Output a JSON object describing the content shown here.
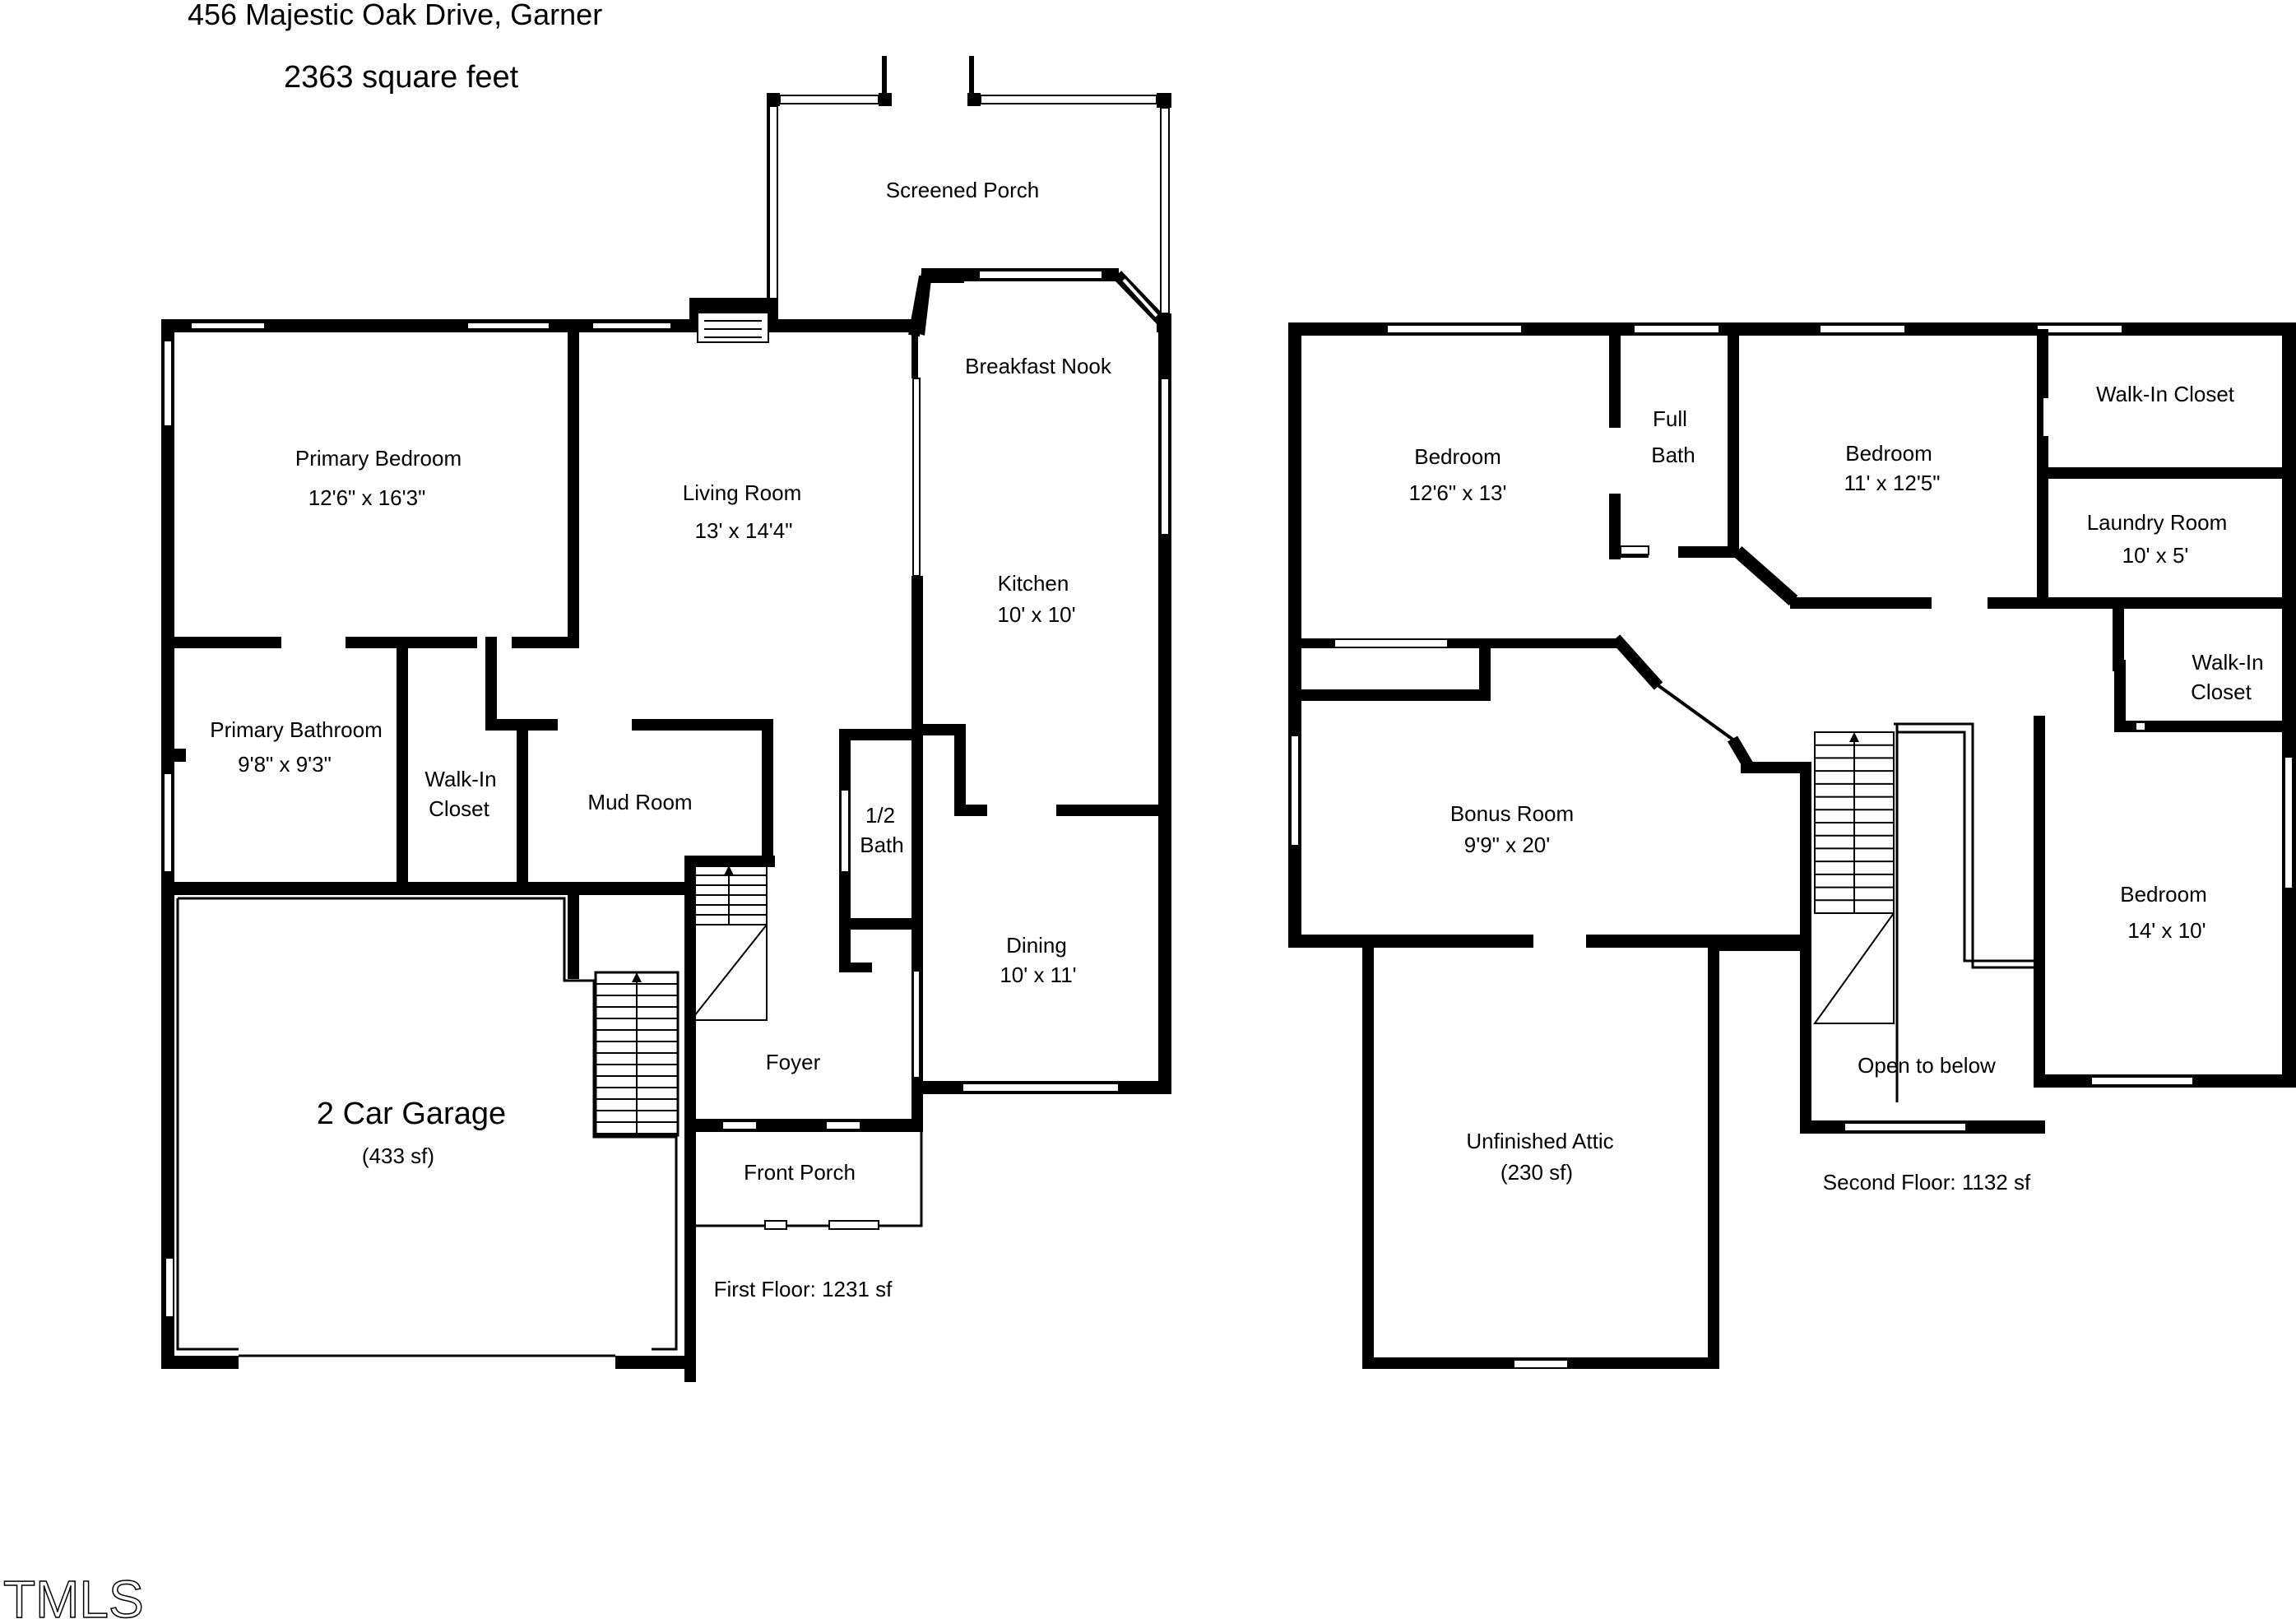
{
  "header": {
    "address": "456 Majestic Oak Drive, Garner",
    "square_feet": "2363 square feet"
  },
  "first_floor": {
    "summary": "First Floor: 1231 sf",
    "rooms": {
      "screened_porch": {
        "name": "Screened Porch"
      },
      "breakfast_nook": {
        "name": "Breakfast Nook"
      },
      "primary_bedroom": {
        "name": "Primary Bedroom",
        "dims": "12'6\" x 16'3\""
      },
      "living_room": {
        "name": "Living Room",
        "dims": "13' x 14'4\""
      },
      "kitchen": {
        "name": "Kitchen",
        "dims": "10' x 10'"
      },
      "primary_bathroom": {
        "name": "Primary Bathroom",
        "dims": "9'8\" x 9'3\""
      },
      "walk_in_closet": {
        "name_line1": "Walk-In",
        "name_line2": "Closet"
      },
      "mud_room": {
        "name": "Mud Room"
      },
      "half_bath": {
        "name_line1": "1/2",
        "name_line2": "Bath"
      },
      "dining": {
        "name": "Dining",
        "dims": "10' x 11'"
      },
      "foyer": {
        "name": "Foyer"
      },
      "garage": {
        "name": "2 Car Garage",
        "area": "(433 sf)"
      },
      "front_porch": {
        "name": "Front Porch"
      }
    }
  },
  "second_floor": {
    "summary": "Second Floor: 1132 sf",
    "rooms": {
      "bedroom_1": {
        "name": "Bedroom",
        "dims": "12'6\" x 13'"
      },
      "full_bath": {
        "name_line1": "Full",
        "name_line2": "Bath"
      },
      "bedroom_2": {
        "name": "Bedroom",
        "dims": "11' x 12'5\""
      },
      "walk_in_closet_top": {
        "name": "Walk-In Closet"
      },
      "laundry_room": {
        "name": "Laundry Room",
        "dims": "10' x 5'"
      },
      "walk_in_closet_small": {
        "name_line1": "Walk-In",
        "name_line2": "Closet"
      },
      "bonus_room": {
        "name": "Bonus Room",
        "dims": "9'9\" x 20'"
      },
      "bedroom_3": {
        "name": "Bedroom",
        "dims": "14' x 10'"
      },
      "open_to_below": {
        "name": "Open to below"
      },
      "unfinished_attic": {
        "name": "Unfinished Attic",
        "area": "(230 sf)"
      }
    }
  },
  "watermark": "TMLS"
}
